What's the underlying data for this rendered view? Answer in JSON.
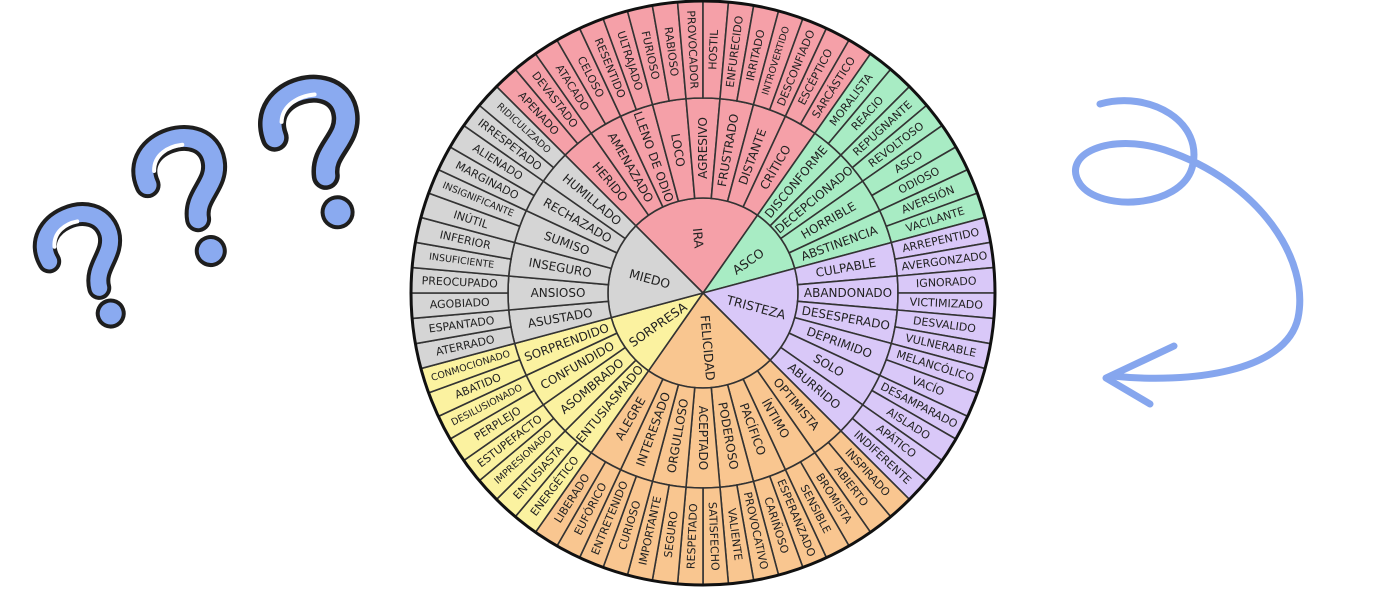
{
  "wheel": {
    "sectors": [
      {
        "core": "IRA",
        "color": "#f5a0a8",
        "groups": [
          {
            "mid": "HERIDO",
            "outer": [
              "APENADO",
              "DEVASTADO"
            ]
          },
          {
            "mid": "AMENAZADO",
            "outer": [
              "ATACADO",
              "CELOSO"
            ]
          },
          {
            "mid": "LLENO DE ODIO",
            "outer": [
              "RESENTIDO",
              "ULTRAJADO"
            ]
          },
          {
            "mid": "LOCO",
            "outer": [
              "FURIOSO",
              "RABIOSO"
            ]
          },
          {
            "mid": "AGRESIVO",
            "outer": [
              "PROVOCADOR",
              "HOSTIL"
            ]
          },
          {
            "mid": "FRUSTRADO",
            "outer": [
              "ENFURECIDO",
              "IRRITADO"
            ]
          },
          {
            "mid": "DISTANTE",
            "outer": [
              "INTROVERTIDO",
              "DESCONFIADO"
            ]
          },
          {
            "mid": "CRÍTICO",
            "outer": [
              "ESCÉPTICO",
              "SARCÁSTICO"
            ]
          }
        ]
      },
      {
        "core": "ASCO",
        "color": "#a8ecc4",
        "groups": [
          {
            "mid": "DISCONFORME",
            "outer": [
              "MORALISTA",
              "REACIO"
            ]
          },
          {
            "mid": "DECEPCIONADO",
            "outer": [
              "REPUGNANTE",
              "REVOLTOSO"
            ]
          },
          {
            "mid": "HORRIBLE",
            "outer": [
              "ASCO",
              "ODIOSO"
            ]
          },
          {
            "mid": "ABSTINENCIA",
            "outer": [
              "AVERSIÓN",
              "VACILANTE"
            ]
          }
        ]
      },
      {
        "core": "TRISTEZA",
        "color": "#d9c8f8",
        "groups": [
          {
            "mid": "CULPABLE",
            "outer": [
              "ARREPENTIDO",
              "AVERGONZADO"
            ]
          },
          {
            "mid": "ABANDONADO",
            "outer": [
              "IGNORADO",
              "VICTIMIZADO"
            ]
          },
          {
            "mid": "DESESPERADO",
            "outer": [
              "DESVALIDO",
              "VULNERABLE"
            ]
          },
          {
            "mid": "DEPRIMIDO",
            "outer": [
              "MELANCÓLICO",
              "VACÍO"
            ]
          },
          {
            "mid": "SOLO",
            "outer": [
              "DESAMPARADO",
              "AISLADO"
            ]
          },
          {
            "mid": "ABURRIDO",
            "outer": [
              "APÁTICO",
              "INDIFERENTE"
            ]
          }
        ]
      },
      {
        "core": "FELICIDAD",
        "color": "#f9c690",
        "groups": [
          {
            "mid": "OPTIMISTA",
            "outer": [
              "INSPIRADO",
              "ABIERTO"
            ]
          },
          {
            "mid": "ÍNTIMO",
            "outer": [
              "BROMISTA",
              "SENSIBLE"
            ]
          },
          {
            "mid": "PACÍFICO",
            "outer": [
              "ESPERANZADO",
              "CARIÑOSO"
            ]
          },
          {
            "mid": "PODEROSO",
            "outer": [
              "PROVOCATIVO",
              "VALIENTE"
            ]
          },
          {
            "mid": "ACEPTADO",
            "outer": [
              "SATISFECHO",
              "RESPETADO"
            ]
          },
          {
            "mid": "ORGULLOSO",
            "outer": [
              "SEGURO",
              "IMPORTANTE"
            ]
          },
          {
            "mid": "INTERESADO",
            "outer": [
              "CURIOSO",
              "ENTRETENIDO"
            ]
          },
          {
            "mid": "ALEGRE",
            "outer": [
              "EUFÓRICO",
              "LIBERADO"
            ]
          }
        ]
      },
      {
        "core": "SORPRESA",
        "color": "#fbf2a0",
        "groups": [
          {
            "mid": "ENTUSIASMADO",
            "outer": [
              "ENERGÉTICO",
              "ENTUSIASTA"
            ]
          },
          {
            "mid": "ASOMBRADO",
            "outer": [
              "IMPRESIONADO",
              "ESTUPEFACTO"
            ]
          },
          {
            "mid": "CONFUNDIDO",
            "outer": [
              "PERPLEJO",
              "DESILUSIONADO"
            ]
          },
          {
            "mid": "SORPRENDIDO",
            "outer": [
              "ABATIDO",
              "CONMOCIONADO"
            ]
          }
        ]
      },
      {
        "core": "MIEDO",
        "color": "#d5d5d5",
        "groups": [
          {
            "mid": "ASUSTADO",
            "outer": [
              "ATERRADO",
              "ESPANTADO"
            ]
          },
          {
            "mid": "ANSIOSO",
            "outer": [
              "AGOBIADO",
              "PREOCUPADO"
            ]
          },
          {
            "mid": "INSEGURO",
            "outer": [
              "INSUFICIENTE",
              "INFERIOR"
            ]
          },
          {
            "mid": "SUMISO",
            "outer": [
              "INÚTIL",
              "INSIGNIFICANTE"
            ]
          },
          {
            "mid": "RECHAZADO",
            "outer": [
              "MARGINADO",
              "ALIENADO"
            ]
          },
          {
            "mid": "HUMILLADO",
            "outer": [
              "IRRESPETADO",
              "RIDICULIZADO"
            ]
          }
        ]
      }
    ]
  },
  "decorations": {
    "question_color": "#8aaaf0",
    "arrow_color": "#86a6ee",
    "outline_color": "#1e1e1e",
    "wheel_stroke": "#333333"
  }
}
